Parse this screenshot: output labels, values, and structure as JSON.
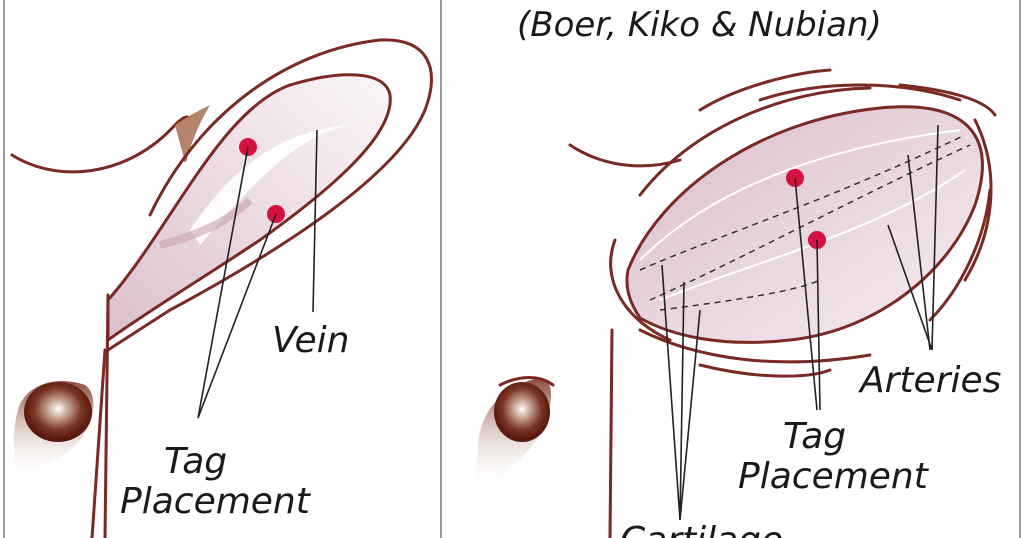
{
  "right_panel": {
    "title": "(Boer, Kiko & Nubian)",
    "labels": {
      "arteries": "Arteries",
      "tag_line1": "Tag",
      "tag_line2": "Placement",
      "cartilage": "Cartilage"
    }
  },
  "left_panel": {
    "labels": {
      "vein": "Vein",
      "tag_line1": "Tag",
      "tag_line2": "Placement"
    }
  },
  "colors": {
    "outline": "#7a2a22",
    "ear_fill": "#ead6de",
    "tag_dot": "#d4123f",
    "eye": "#6b2417",
    "border": "#9a9a9a"
  }
}
